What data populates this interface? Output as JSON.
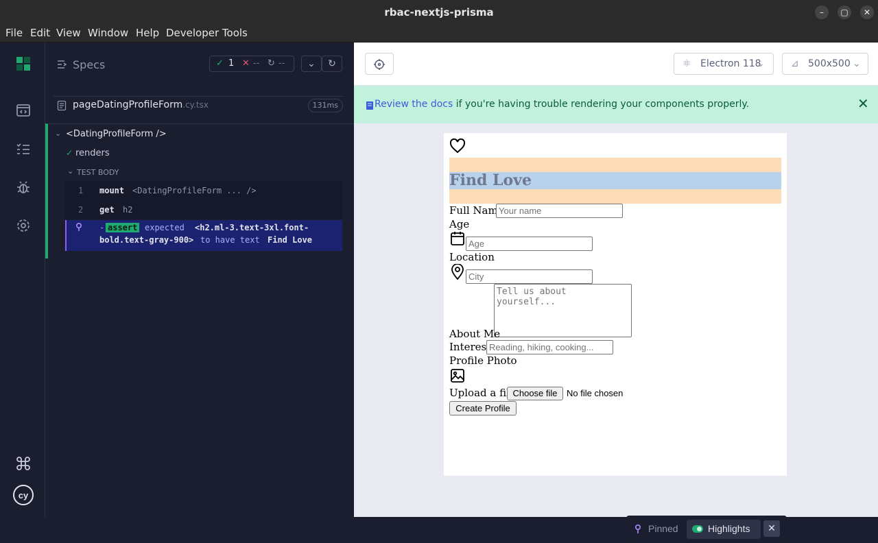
{
  "window": {
    "title": "rbac-nextjs-prisma"
  },
  "menu": [
    "File",
    "Edit",
    "View",
    "Window",
    "Help",
    "Developer Tools"
  ],
  "specs": {
    "label": "Specs",
    "passed": "1",
    "failed": "--",
    "pending": "--"
  },
  "spec_file": {
    "name": "pageDatingProfileForm",
    "ext": ".cy.tsx",
    "duration": "131ms"
  },
  "suite": {
    "title": "<DatingProfileForm />",
    "test": "renders",
    "body_label": "TEST BODY"
  },
  "commands": [
    {
      "num": "1",
      "name": "mount",
      "message": "<DatingProfileForm ... />"
    },
    {
      "num": "2",
      "name": "get",
      "message": "h2"
    },
    {
      "name": "assert",
      "line1_pre": "expected",
      "line1_code": "<h2.ml-3.text-3xl.font-",
      "line2_code": "bold.text-gray-900>",
      "line2_mid": "to have text",
      "line2_val": "Find Love"
    }
  ],
  "browser": {
    "name": "Electron 118",
    "viewport": "500x500"
  },
  "banner": {
    "link": "Review the docs",
    "text": " if you're having trouble rendering your components properly."
  },
  "form": {
    "heading": "Find Love",
    "full_name_label": "Full Name",
    "full_name_placeholder": "Your name",
    "age_label": "Age",
    "age_placeholder": "Age",
    "location_label": "Location",
    "city_placeholder": "City",
    "about_placeholder": "Tell us about yourself...",
    "about_label": "About Me",
    "interests_label": "Interests",
    "interests_placeholder": "Reading, hiking, cooking...",
    "photo_label": "Profile Photo",
    "upload_label": "Upload a file",
    "choose_file": "Choose file",
    "no_file": "No file chosen",
    "submit": "Create Profile"
  },
  "pinbar": {
    "pinned": "Pinned",
    "highlights": "Highlights"
  },
  "colors": {
    "accent_green": "#1fa971",
    "pinned_purple": "#8b5cf6",
    "banner_bg": "#c2f1de",
    "heading_margin": "#fcdcb6",
    "heading_content": "#b8d2ee"
  }
}
